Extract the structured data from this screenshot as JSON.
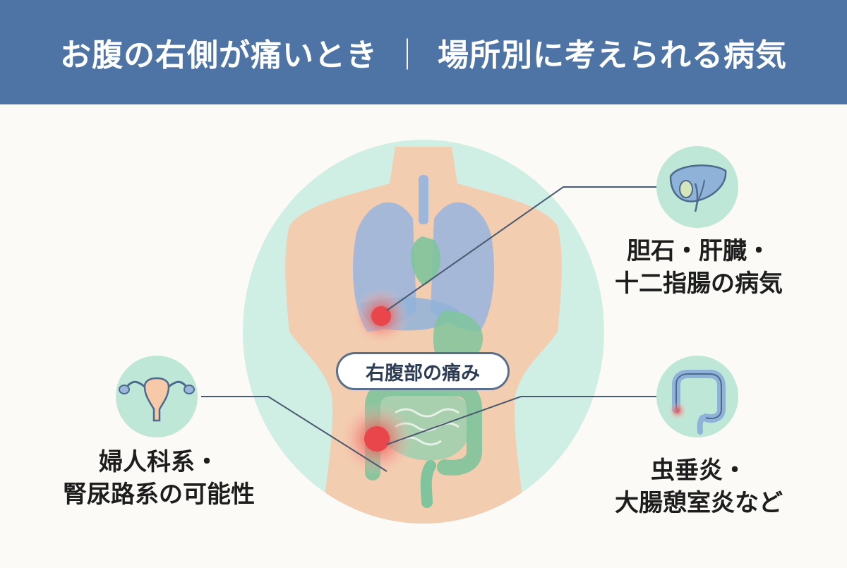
{
  "header": {
    "title_left": "お腹の右側が痛いとき",
    "separator": "｜",
    "title_right": "場所別に考えられる病気"
  },
  "center_label": "右腹部の痛み",
  "callouts": {
    "upper_right": {
      "icon": "liver-gallbladder-icon",
      "line1": "胆石・肝臓・",
      "line2": "十二指腸の病気"
    },
    "lower_right": {
      "icon": "colon-appendix-icon",
      "line1": "虫垂炎・",
      "line2": "大腸憩室炎など"
    },
    "lower_left": {
      "icon": "uterus-icon",
      "line1": "婦人科系・",
      "line2": "腎尿路系の可能性"
    }
  },
  "colors": {
    "header": "#4e74a6",
    "circle": "#cfeee4",
    "body_skin": "#f6c9a8",
    "lungs": "#9db6dc",
    "organs_green": "#7fc49c",
    "pain_red": "#e8464a",
    "callout_line": "#4a5a70"
  }
}
